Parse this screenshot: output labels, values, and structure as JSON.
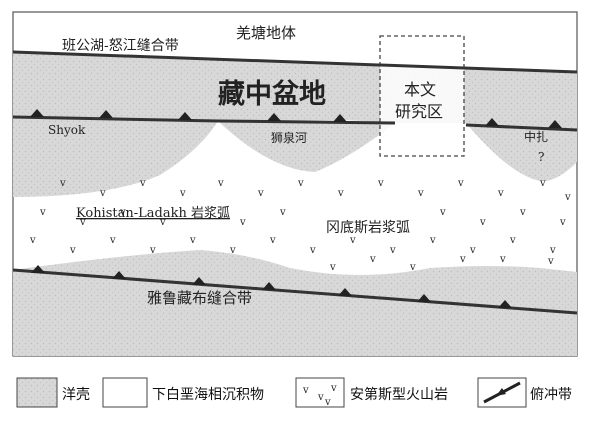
{
  "colors": {
    "ocean_crust": "#d6d6d6",
    "marine_sediment": "#ffffff",
    "line": "#333333",
    "text": "#222222"
  },
  "labels": {
    "qiangtang_terrane": "羌塘地体",
    "bangong_nujiang_suture": "班公湖-怒江缝合带",
    "central_tibet_basin": "藏中盆地",
    "study_area_line1": "本文",
    "study_area_line2": "研究区",
    "shyok": "Shyok",
    "shiquanhe": "狮泉河",
    "zhongzha": "中扎",
    "zhongzha_query": "?",
    "kohistan_ladakh_arc": "Kohistan-Ladakh 岩浆弧",
    "gangdise_arc": "冈底斯岩浆弧",
    "yarlung_zangbo_suture": "雅鲁藏布缝合带"
  },
  "legend": {
    "ocean_crust": "洋壳",
    "marine_sediment": "下白垩海相沉积物",
    "andean_volcanic": "安第斯型火山岩",
    "thrust_belt": "俯冲带"
  },
  "icons": {
    "volcanic_symbol": "v-pattern-icon",
    "thrust_symbol": "thrust-line-icon"
  }
}
